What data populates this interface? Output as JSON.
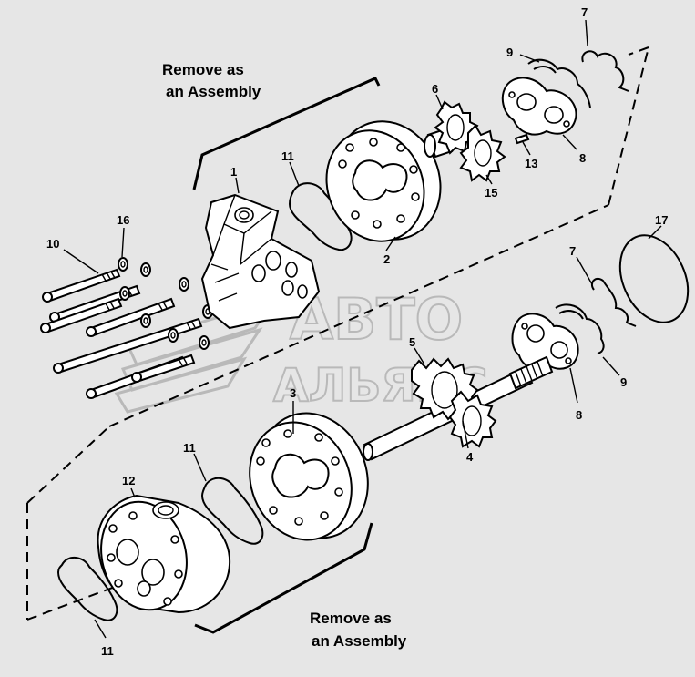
{
  "diagram": {
    "captions": {
      "top_line1": "Remove as",
      "top_line2": "an Assembly",
      "bottom_line1": "Remove as",
      "bottom_line2": "an Assembly"
    },
    "callouts": {
      "c1": "1",
      "c2": "2",
      "c3": "3",
      "c4": "4",
      "c5": "5",
      "c6": "6",
      "c7a": "7",
      "c7b": "7",
      "c8a": "8",
      "c8b": "8",
      "c9a": "9",
      "c9b": "9",
      "c10": "10",
      "c11a": "11",
      "c11b": "11",
      "c11c": "11",
      "c12": "12",
      "c13": "13",
      "c15": "15",
      "c16": "16",
      "c17": "17"
    },
    "watermark": {
      "line1": "АВТО",
      "line2": "АЛЬЯНС"
    }
  }
}
